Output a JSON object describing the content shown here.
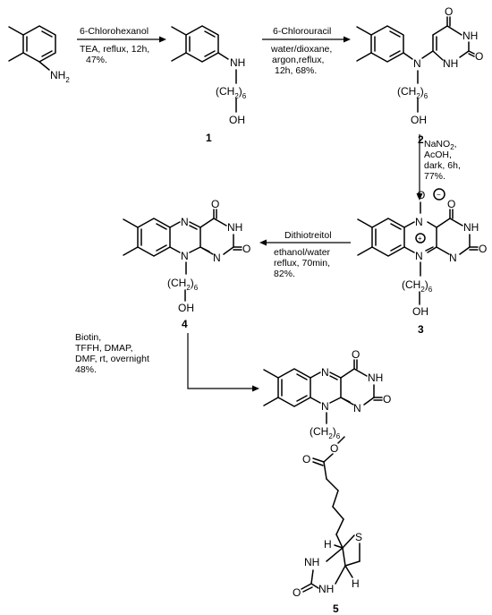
{
  "compounds": {
    "c1": "1",
    "c2": "2",
    "c3": "3",
    "c4": "4",
    "c5": "5"
  },
  "atoms": {
    "N": "N",
    "NH": "NH",
    "H": "H",
    "O": "O",
    "OH": "OH",
    "S": "S",
    "NH2_main": "NH",
    "NH2_sub": "2",
    "chain": "(CH",
    "chain_close": ")",
    "chain_sub": "2",
    "chain_n": "6",
    "plus": "+",
    "minus": "−"
  },
  "steps": {
    "step1": [
      "6-Chlorohexanol",
      "TEA, reflux, 12h,",
      "47%."
    ],
    "step2": [
      "6-Chlorouracil",
      "water/dioxane,",
      "argon,reflux,",
      "12h, 68%."
    ],
    "step3": [
      "NaNO",
      "AcOH,",
      "dark, 6h,",
      "77%."
    ],
    "step3_sub": "2",
    "step3_tail": ",",
    "step4": [
      "Dithiotreitol",
      "ethanol/water",
      "reflux, 70min,",
      "82%."
    ],
    "step5": [
      "Biotin,",
      "TFFH, DMAP,",
      "DMF, rt, overnight",
      "48%."
    ]
  }
}
